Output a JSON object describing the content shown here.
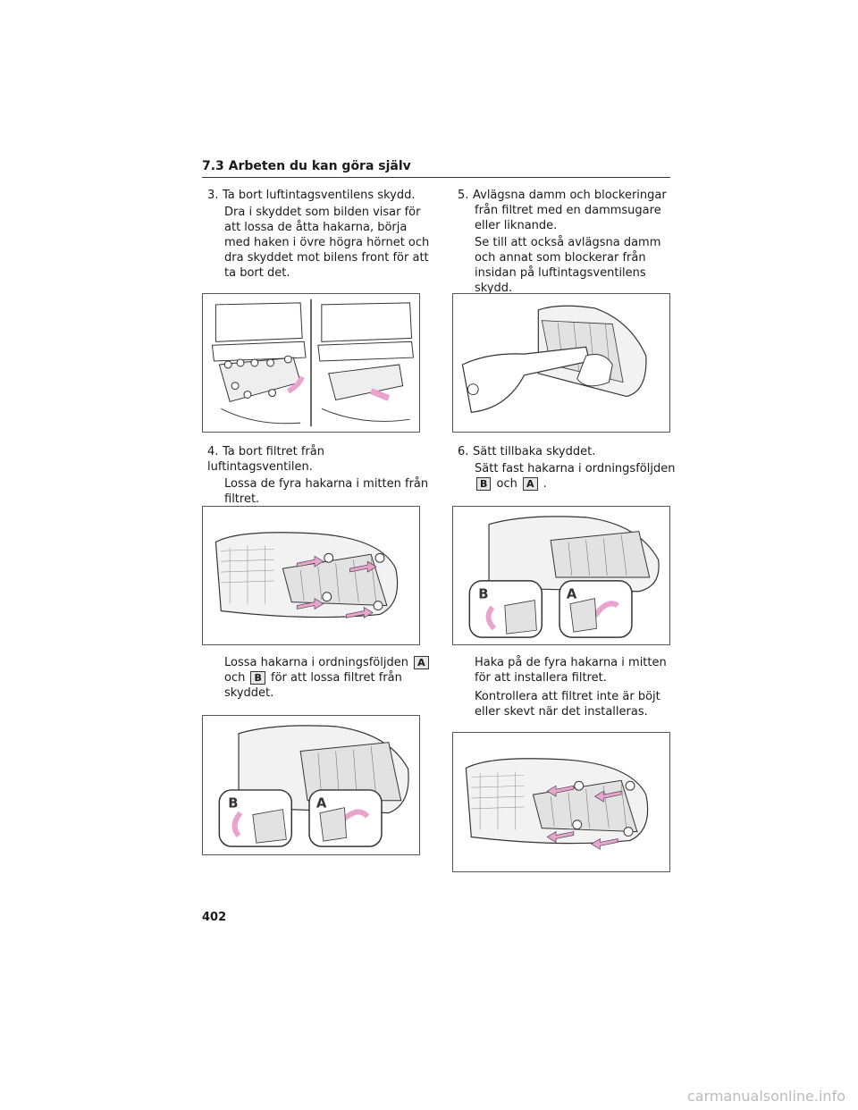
{
  "header": {
    "title": "7.3  Arbeten du kan göra själv"
  },
  "steps": {
    "s3": {
      "num": "3.",
      "title": "Ta bort luftintagsventilens skydd.",
      "body": "Dra i skyddet som bilden visar för att lossa de åtta hakarna, börja med haken i övre högra hörnet och dra skyddet mot bilens front för att ta bort det."
    },
    "s4": {
      "num": "4.",
      "title": "Ta bort filtret från luftintagsventilen.",
      "body": "Lossa de fyra hakarna i mitten från filtret.",
      "body2_a": "Lossa hakarna i ordningsföljden",
      "body2_key1": "A",
      "body2_b": "och",
      "body2_key2": "B",
      "body2_c": "för att lossa filtret från skyddet."
    },
    "s5": {
      "num": "5.",
      "title": "Avlägsna damm och blockeringar från filtret med en dammsugare eller liknande.",
      "body": "Se till att också avlägsna damm och annat som blockerar från insidan på luftintagsventilens skydd."
    },
    "s6": {
      "num": "6.",
      "title": "Sätt tillbaka skyddet.",
      "body_a": "Sätt fast hakarna i ordningsföljden",
      "key1": "B",
      "body_b": "och",
      "key2": "A",
      "body_c": ".",
      "body2": "Haka på de fyra hakarna i mitten för att installera filtret.",
      "body3": "Kontrollera att filtret inte är böjt eller skevt när det installeras."
    }
  },
  "figure_labels": {
    "b": "B",
    "a": "A"
  },
  "colors": {
    "arrow": "#e9a3cf",
    "line": "#333333",
    "panel": "#f2f2f2"
  },
  "page": {
    "number": "402"
  },
  "watermark": "carmanualsonline.info"
}
